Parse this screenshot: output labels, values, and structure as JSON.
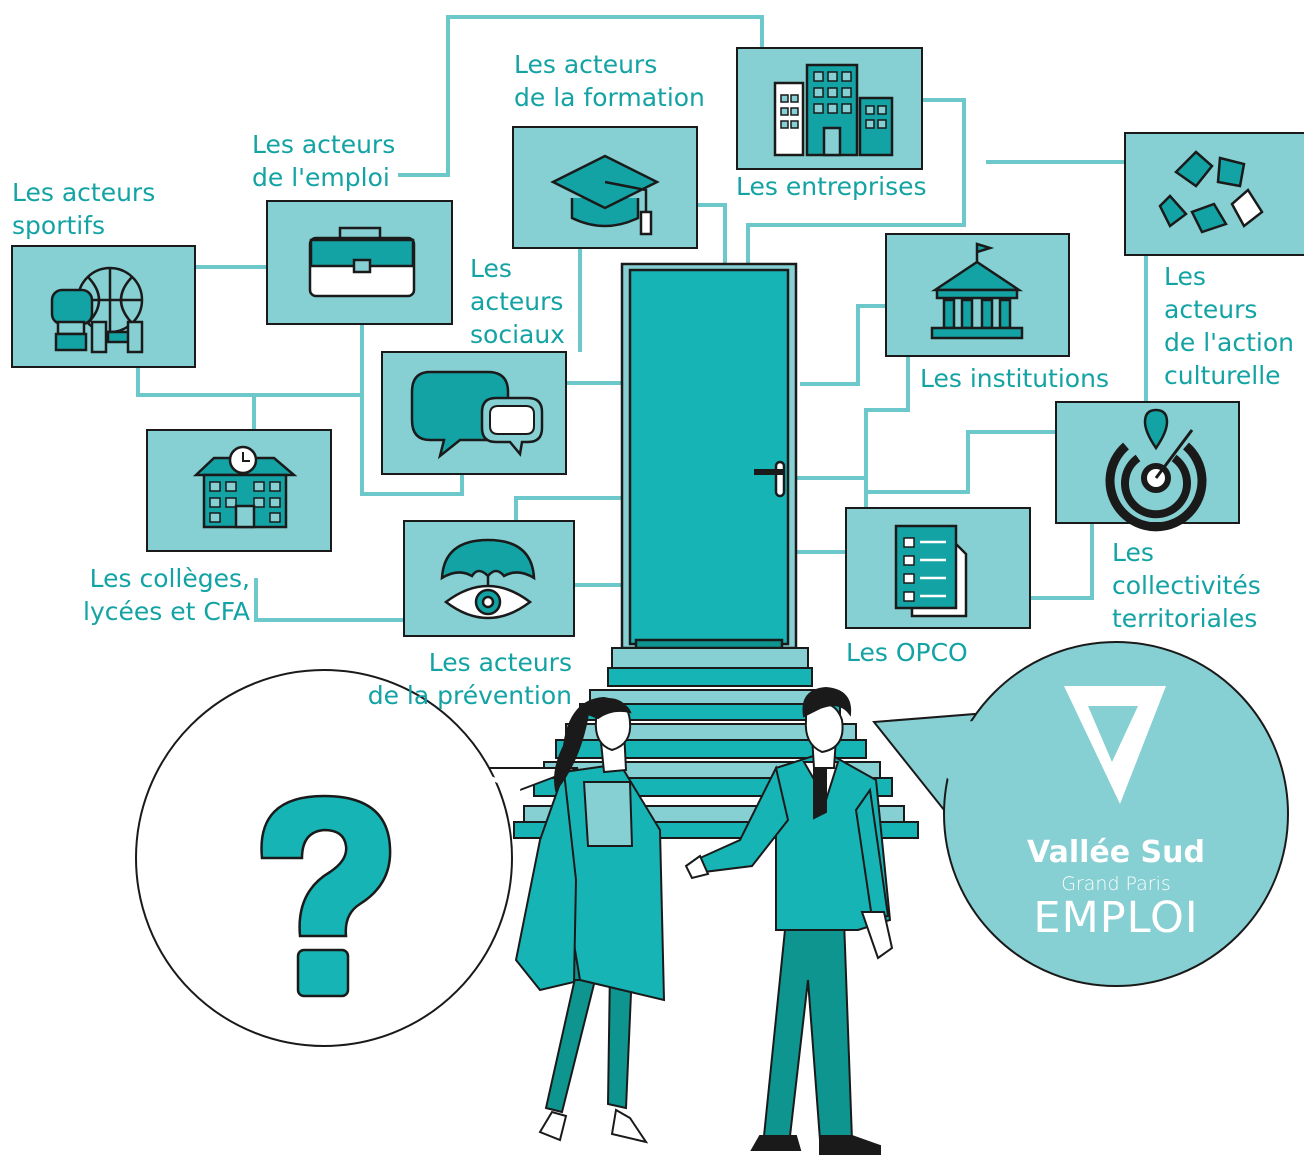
{
  "nodes": {
    "sportifs": "Les acteurs\nsportifs",
    "emploi": "Les acteurs\nde l'emploi",
    "formation": "Les acteurs\nde la formation",
    "entreprises": "Les entreprises",
    "culturelle": "Les acteurs\nde l'action\nculturelle",
    "sociaux": "Les\nacteurs\nsociaux",
    "institutions": "Les institutions",
    "colleges": "Les collèges,\nlycées et CFA",
    "collectivites": "Les collectivités\nterritoriales",
    "prevention": "Les acteurs\nde la prévention",
    "opco": "Les OPCO"
  },
  "question_mark": "?",
  "brand": {
    "line1": "Vallée Sud",
    "line2": "Grand Paris",
    "line3": "EMPLOI"
  },
  "colors": {
    "teal_dark": "#0e9590",
    "teal_main": "#16b4b5",
    "teal_light": "#86cfd2",
    "outline": "#1a1a1a"
  },
  "icons": [
    "sports-icon",
    "briefcase-icon",
    "graduation-cap-icon",
    "buildings-icon",
    "hands-icon",
    "speech-bubbles-icon",
    "institution-icon",
    "school-icon",
    "target-icon",
    "prevention-umbrella-eye-icon",
    "checklist-document-icon",
    "door-icon",
    "brand-logo-icon"
  ]
}
